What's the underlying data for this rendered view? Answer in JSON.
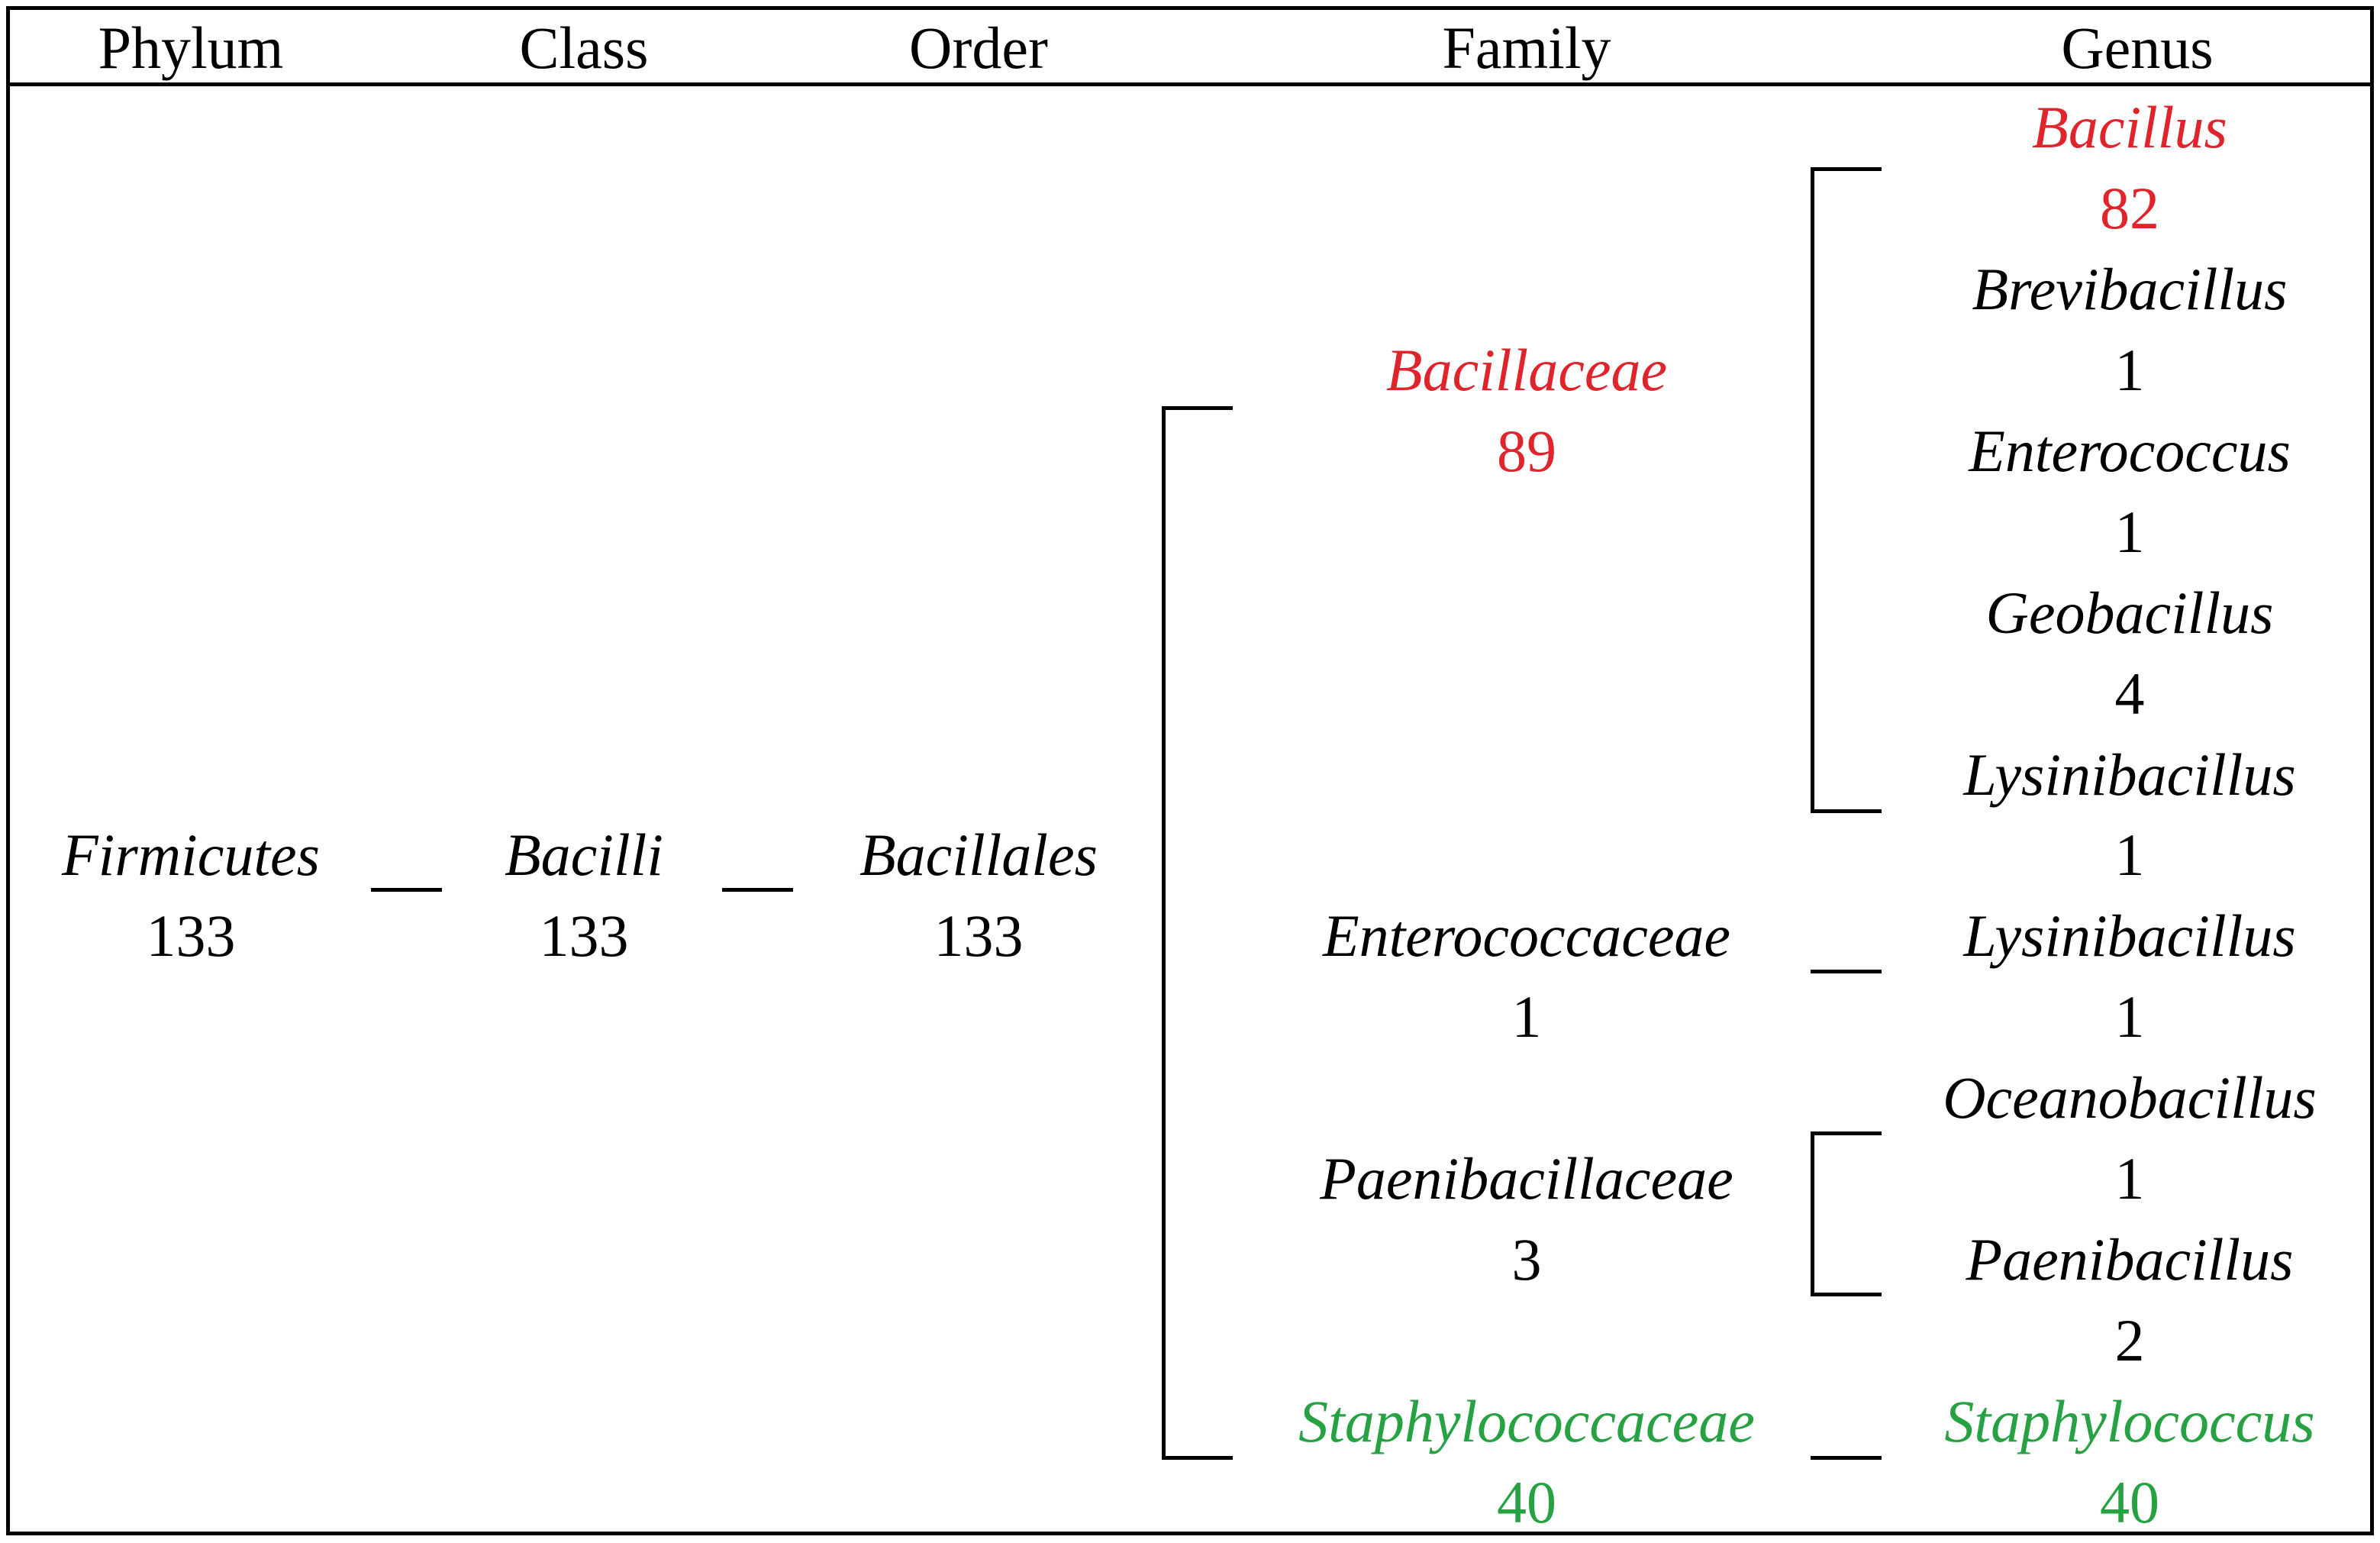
{
  "headers": [
    "Phylum",
    "Class",
    "Order",
    "Family",
    "Genus"
  ],
  "phylum": {
    "name": "Firmicutes",
    "count": "133"
  },
  "class": {
    "name": "Bacilli",
    "count": "133"
  },
  "order": {
    "name": "Bacillales",
    "count": "133"
  },
  "families": [
    {
      "name": "Bacillaceae",
      "count": "89",
      "color": "#e0242b"
    },
    {
      "name": "Enterococcaceae",
      "count": "1",
      "color": "#000000"
    },
    {
      "name": "Paenibacillaceae",
      "count": "3",
      "color": "#000000"
    },
    {
      "name": "Staphylococcaceae",
      "count": "40",
      "color": "#27a243"
    }
  ],
  "genera": [
    {
      "name": "Bacillus",
      "count": "82",
      "color": "#e0242b"
    },
    {
      "name": "Brevibacillus",
      "count": "1",
      "color": "#000000"
    },
    {
      "name": "Enterococcus",
      "count": "1",
      "color": "#000000"
    },
    {
      "name": "Geobacillus",
      "count": "4",
      "color": "#000000"
    },
    {
      "name": "Lysinibacillus",
      "count": "1",
      "color": "#000000"
    },
    {
      "name": "Lysinibacillus",
      "count": "1",
      "color": "#000000"
    },
    {
      "name": "Oceanobacillus",
      "count": "1",
      "color": "#000000"
    },
    {
      "name": "Paenibacillus",
      "count": "2",
      "color": "#000000"
    },
    {
      "name": "Staphylococcus",
      "count": "40",
      "color": "#27a243"
    }
  ]
}
